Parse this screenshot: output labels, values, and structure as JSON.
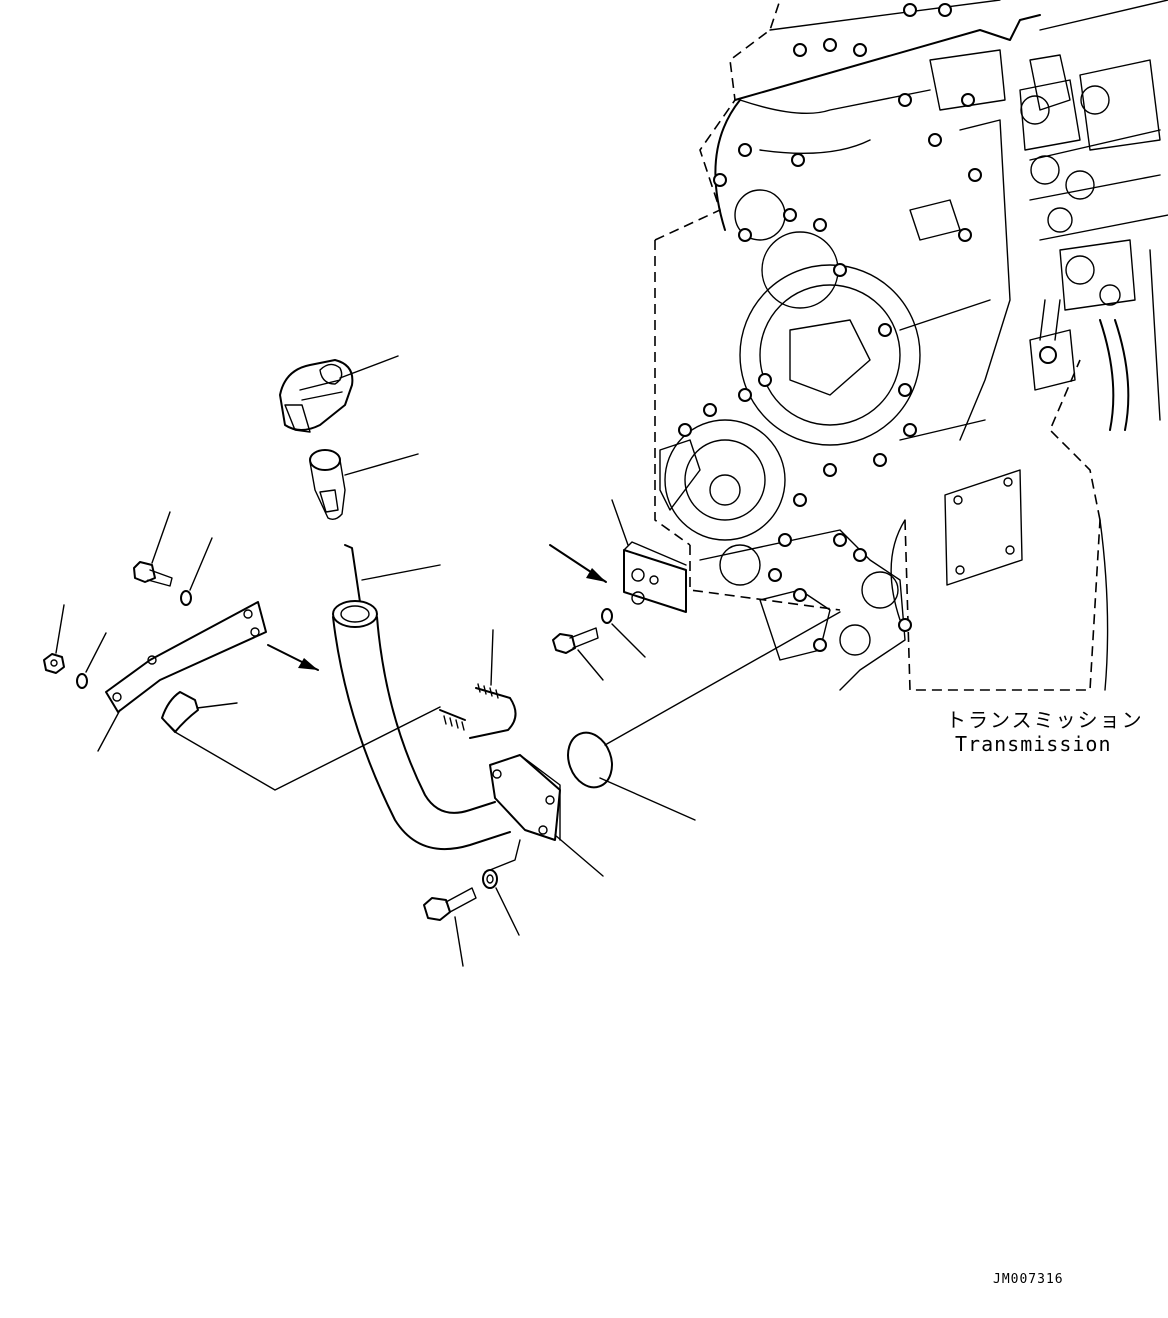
{
  "labels": {
    "transmission_jp": "トランスミッション",
    "transmission_en": "Transmission"
  },
  "figure_id": "JM007316"
}
